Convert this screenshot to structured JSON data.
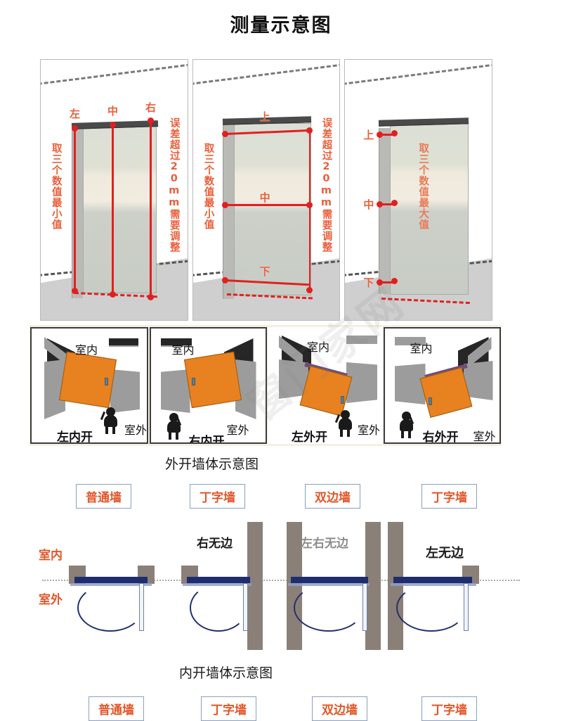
{
  "title": "测量示意图",
  "measurement": {
    "panels": [
      {
        "id": "width-measure",
        "points": [
          "左",
          "中",
          "右"
        ],
        "left_note": "取三个数值最小值",
        "right_note": "误差超过20mm需要调整"
      },
      {
        "id": "height-measure",
        "points": [
          "上",
          "中",
          "下"
        ],
        "left_note": "取三个数值最小值",
        "right_note": "误差超过20mm需要调整"
      },
      {
        "id": "depth-measure",
        "points": [
          "上",
          "中",
          "下"
        ],
        "center_note": "取三个数值最大值"
      }
    ]
  },
  "swing": {
    "indoor_label": "室内",
    "outdoor_label": "室外",
    "cells": [
      {
        "mode": "左内开",
        "indoor": "室内",
        "outdoor": "室外"
      },
      {
        "mode": "右内开",
        "indoor": "室内",
        "outdoor": "室外"
      },
      {
        "mode": "左外开",
        "indoor": "室内",
        "outdoor": "室外"
      },
      {
        "mode": "右外开",
        "indoor": "室内",
        "outdoor": "室外"
      }
    ],
    "watermark": "窗门家网"
  },
  "outward_section": {
    "title": "外开墙体示意图",
    "tags": [
      "普通墙",
      "丁字墙",
      "双边墙",
      "丁字墙"
    ],
    "indoor_label": "室内",
    "outdoor_label": "室外",
    "notes": [
      "右无边",
      "左右无边",
      "左无边"
    ]
  },
  "inward_section": {
    "title": "内开墙体示意图",
    "tags": [
      "普通墙",
      "丁字墙",
      "双边墙",
      "丁字墙"
    ]
  },
  "colors": {
    "measure_red": "#e02020",
    "label_orange": "#e8603c",
    "tag_orange": "#e2562a",
    "door_orange": "#e8811f",
    "wall_gray": "#8a8078",
    "door_navy": "#1f2d6e"
  }
}
